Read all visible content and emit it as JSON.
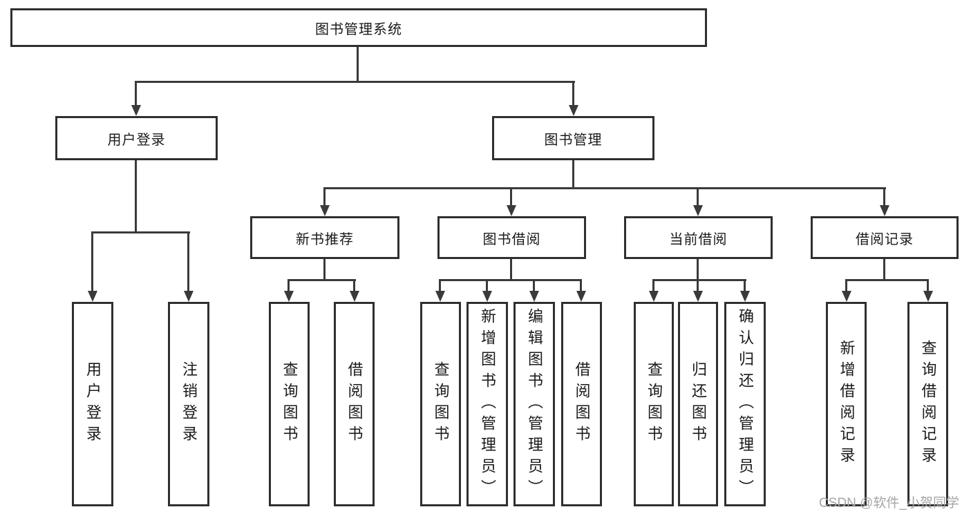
{
  "root_label": "图书管理系统",
  "branches": {
    "user": {
      "label": "用户登录",
      "leaves": [
        "用户登录",
        "注销登录"
      ]
    },
    "book": {
      "label": "图书管理",
      "groups": [
        {
          "label": "新书推荐",
          "leaves": [
            "查询图书",
            "借阅图书"
          ]
        },
        {
          "label": "图书借阅",
          "leaves": [
            "查询图书",
            "新增图书（管理员）",
            "编辑图书（管理员）",
            "借阅图书"
          ]
        },
        {
          "label": "当前借阅",
          "leaves": [
            "查询图书",
            "归还图书",
            "确认归还（管理员）"
          ]
        },
        {
          "label": "借阅记录",
          "leaves": [
            "新增借阅记录",
            "查询借阅记录"
          ]
        }
      ]
    }
  },
  "watermark": "CSDN @软件_小贺同学",
  "colors": {
    "line": "#3a3a3a",
    "box_border": "#2f2f2f",
    "text": "#1a1a1a",
    "watermark": "#a5a5a5",
    "background": "#ffffff"
  }
}
